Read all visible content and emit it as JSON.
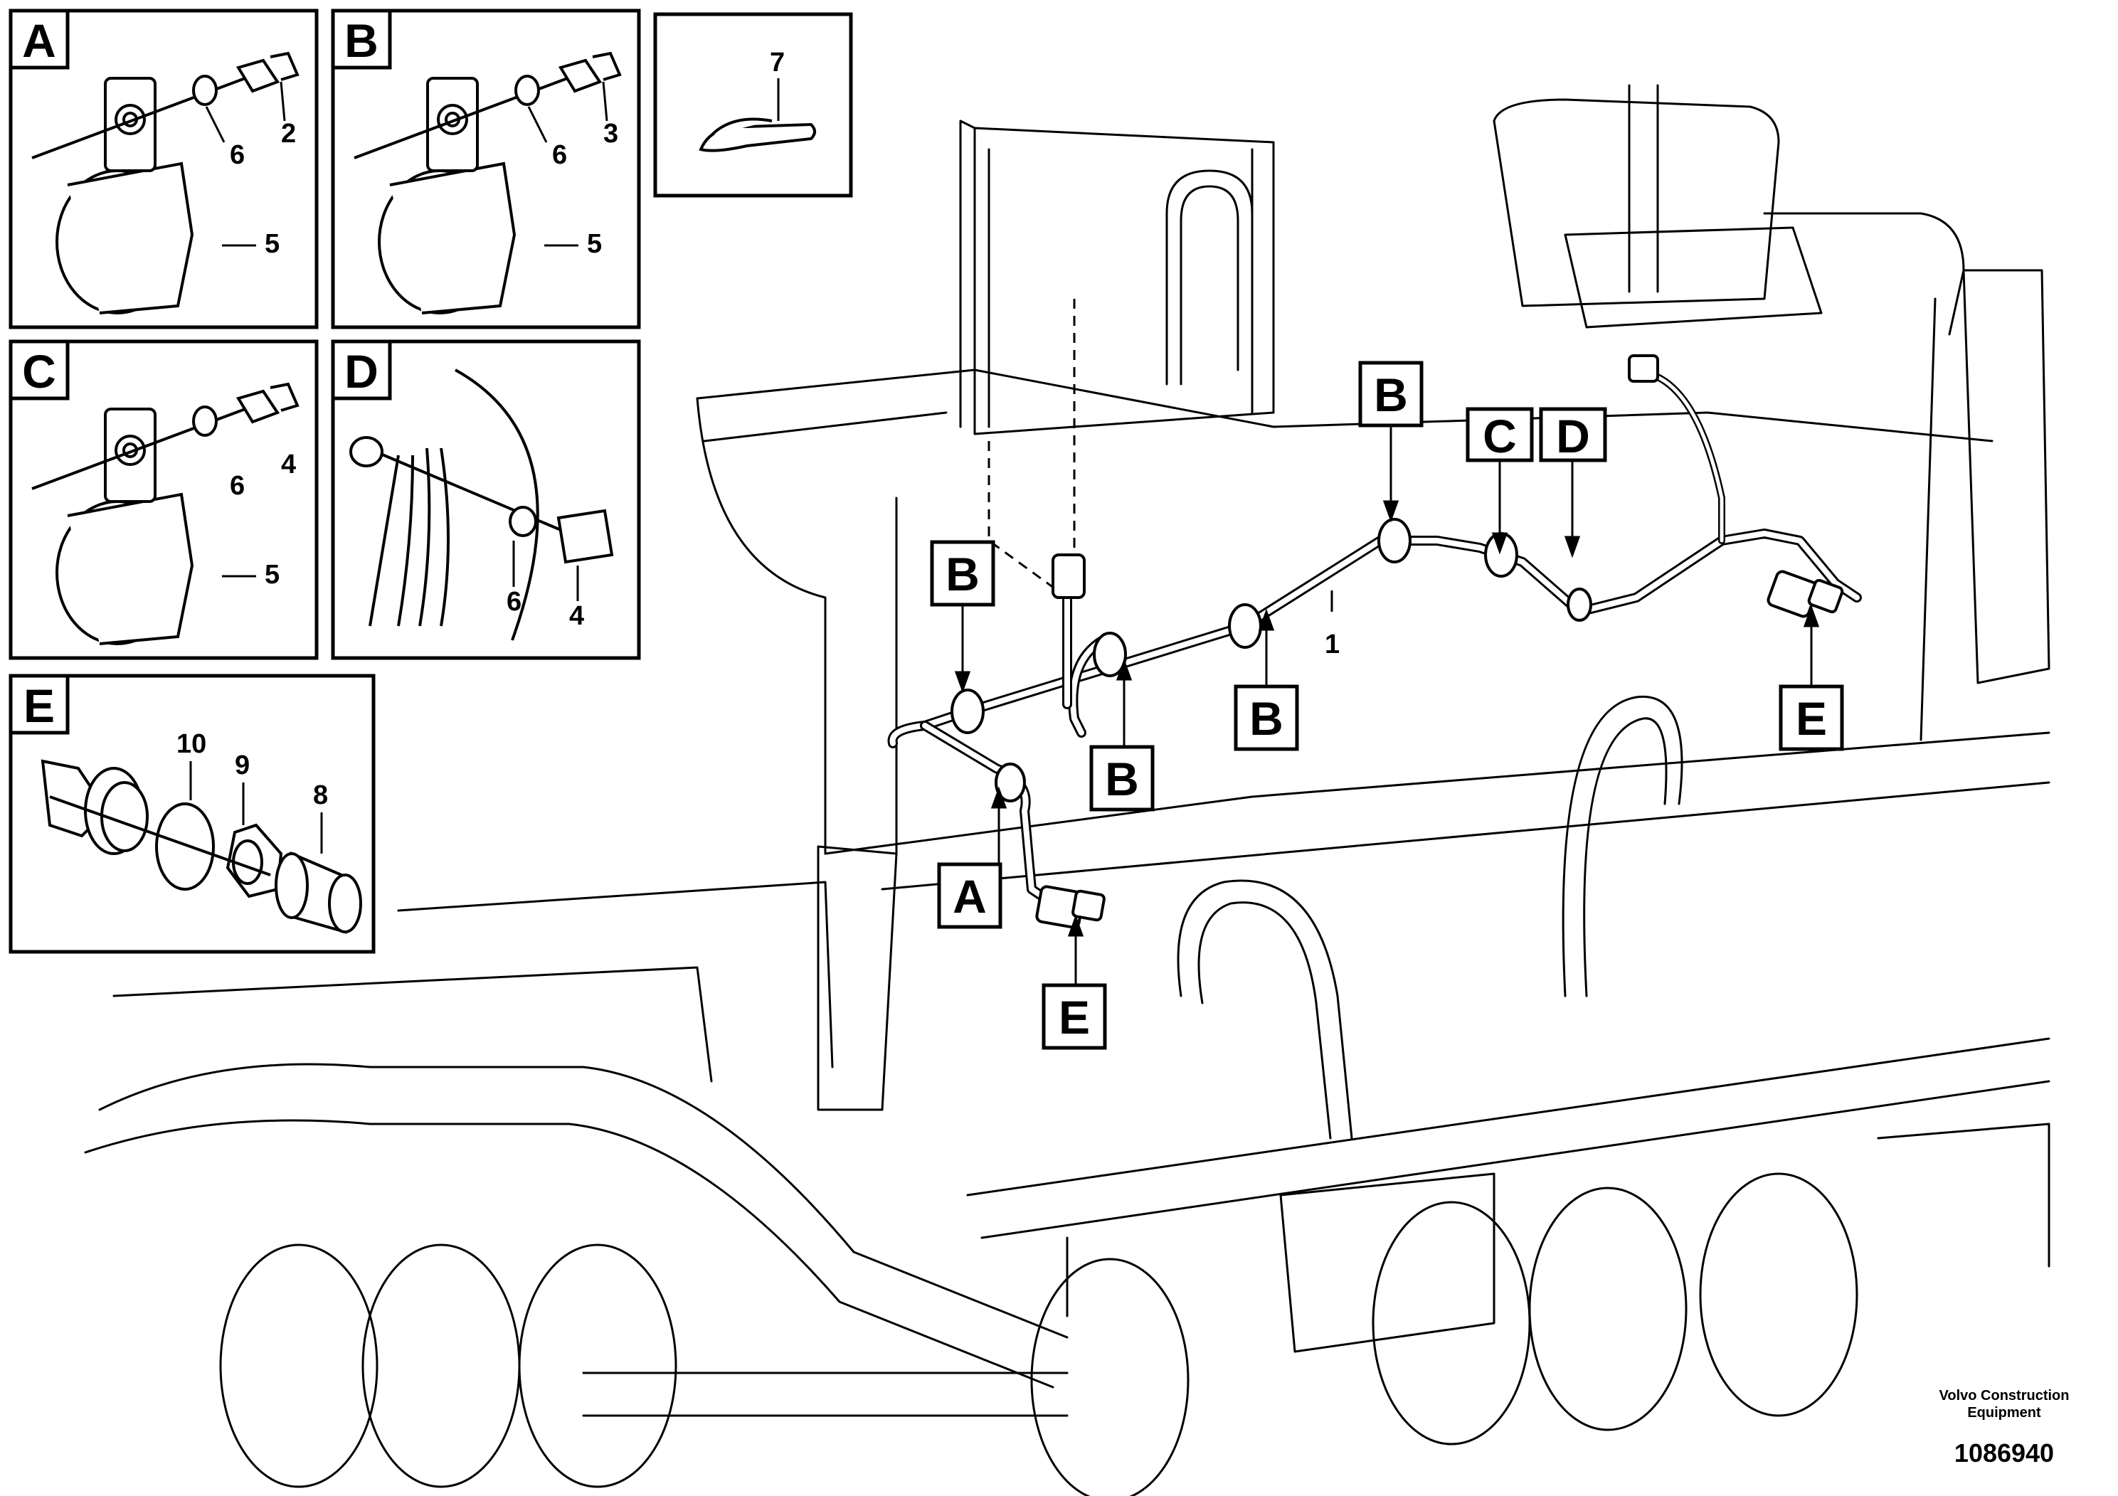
{
  "detail_panels": [
    {
      "letter": "A",
      "numbers": [
        "2",
        "6",
        "5"
      ]
    },
    {
      "letter": "B",
      "numbers": [
        "3",
        "6",
        "5"
      ]
    },
    {
      "letter": "C",
      "numbers": [
        "4",
        "6",
        "5"
      ]
    },
    {
      "letter": "D",
      "numbers": [
        "6",
        "4"
      ]
    },
    {
      "letter": "E",
      "numbers": [
        "10",
        "9",
        "8"
      ]
    }
  ],
  "cable_tie": {
    "number": "7"
  },
  "harness": {
    "number": "1"
  },
  "callouts": [
    "B",
    "C",
    "D",
    "B",
    "B",
    "E",
    "B",
    "A",
    "E"
  ],
  "footer": {
    "brand_line1": "Volvo Construction",
    "brand_line2": "Equipment",
    "drawing_number": "1086940"
  }
}
